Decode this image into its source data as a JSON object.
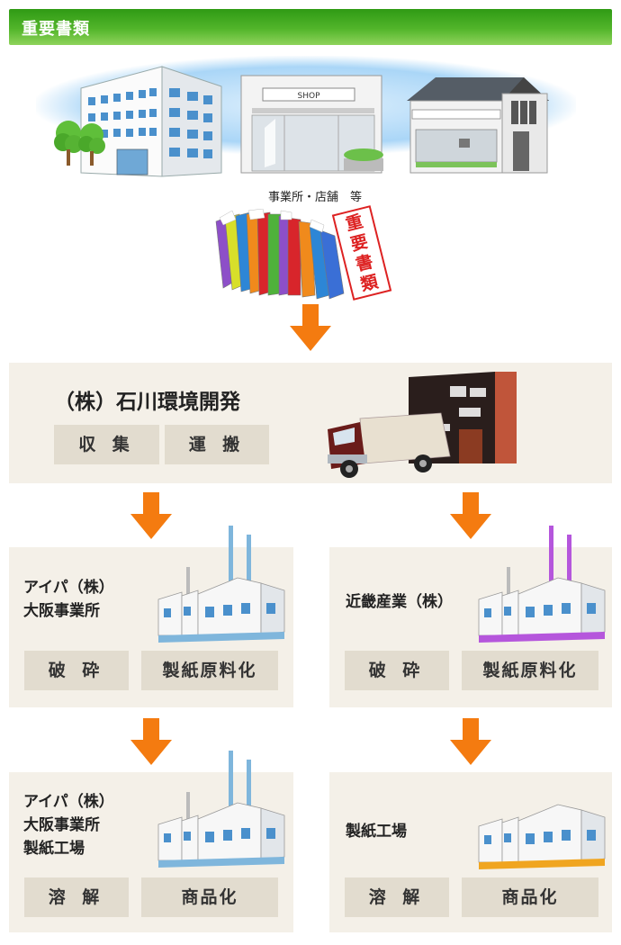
{
  "header": {
    "title": "重要書類"
  },
  "source": {
    "caption": "事業所・店舗　等",
    "shop_sign": "SHOP",
    "stamp_text": "重要書類"
  },
  "collector": {
    "name": "（株）石川環境開発",
    "tags": [
      "収 集",
      "運 搬"
    ]
  },
  "left_flow": {
    "step1": {
      "name": "アイパ（株）\n大阪事業所",
      "tags": [
        "破 砕",
        "製紙原料化"
      ]
    },
    "step2": {
      "name": "アイパ（株）\n大阪事業所\n製紙工場",
      "tags": [
        "溶 解",
        "商品化"
      ]
    }
  },
  "right_flow": {
    "step1": {
      "name": "近畿産業（株）",
      "tags": [
        "破 砕",
        "製紙原料化"
      ]
    },
    "step2": {
      "name": "製紙工場",
      "tags": [
        "溶 解",
        "商品化"
      ]
    }
  },
  "colors": {
    "header_green": "#52b52a",
    "arrow_orange": "#f47b10",
    "panel_beige": "#f4f0e8",
    "tag_beige": "#e2dccf",
    "factory_blue": "#7fb6dc",
    "factory_purple": "#b556dc",
    "factory_orange": "#f0a520"
  }
}
